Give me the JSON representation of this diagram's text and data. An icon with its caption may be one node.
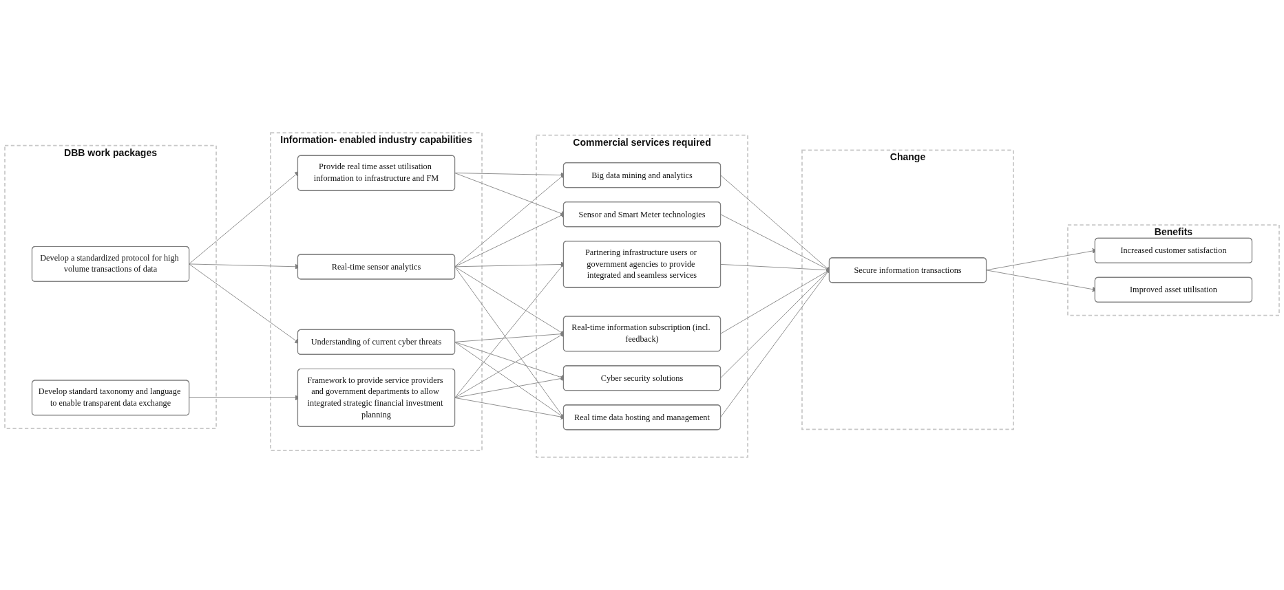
{
  "diagram": {
    "nodes": [
      {
        "text": [
          "DBB work packages"
        ]
      },
      {
        "text": [
          "Develop a standardized protocol for high volume transactions of data"
        ],
        "in": 0
      },
      {
        "text": [
          "Develop standard taxonomy and language to enable transparent data exchange"
        ],
        "in": 0
      },
      {
        "text": [
          "Information- enabled industry capabilities"
        ]
      },
      {
        "text": [
          "Understanding of current cyber threats"
        ],
        "in": 3
      },
      {
        "text": [
          "Real-time sensor analytics"
        ],
        "in": 3
      },
      {
        "text": [
          "Provide real time asset utilisation information to infrastructure and FM"
        ],
        "in": 3
      },
      {
        "text": [
          "Framework to provide service providers and government departments to allow integrated strategic financial investment planning"
        ],
        "in": 3
      },
      {
        "text": [
          "Commercial services required"
        ]
      },
      {
        "text": [
          "Real time data hosting and management"
        ],
        "in": 8
      },
      {
        "text": [
          "Real-time information subscription (incl. feedback)"
        ],
        "in": 8
      },
      {
        "text": [
          "Cyber security solutions"
        ],
        "in": 8
      },
      {
        "text": [
          "Sensor and Smart Meter technologies"
        ],
        "in": 8
      },
      {
        "text": [
          "Big data mining and analytics"
        ],
        "in": 8
      },
      {
        "text": [
          "Partnering infrastructure users or government agencies to provide integrated and seamless services"
        ],
        "in": 8
      },
      {
        "text": [
          "Change"
        ]
      },
      {
        "text": [
          "Secure information transactions"
        ],
        "in": 15
      },
      {
        "text": [
          "Benefits"
        ]
      },
      {
        "text": [
          "Improved asset utilisation"
        ],
        "in": 17
      },
      {
        "text": [
          "Increased customer satisfaction"
        ],
        "in": 17
      }
    ],
    "edges": [
      {
        "from": 1,
        "to": 4,
        "arrow": "to"
      },
      {
        "from": 1,
        "to": 5,
        "arrow": "to"
      },
      {
        "from": 1,
        "to": 6,
        "arrow": "to"
      },
      {
        "from": 2,
        "to": 7,
        "arrow": "to"
      },
      {
        "from": 4,
        "to": 9,
        "arrow": "to"
      },
      {
        "from": 4,
        "to": 10,
        "arrow": "to"
      },
      {
        "from": 4,
        "to": 11,
        "arrow": "to"
      },
      {
        "from": 5,
        "to": 9,
        "arrow": "to"
      },
      {
        "from": 5,
        "to": 10,
        "arrow": "to"
      },
      {
        "from": 5,
        "to": 12,
        "arrow": "to"
      },
      {
        "from": 5,
        "to": 13,
        "arrow": "to"
      },
      {
        "from": 5,
        "to": 14,
        "arrow": "to"
      },
      {
        "from": 6,
        "to": 12,
        "arrow": "to"
      },
      {
        "from": 6,
        "to": 13,
        "arrow": "to"
      },
      {
        "from": 7,
        "to": 9,
        "arrow": "to"
      },
      {
        "from": 7,
        "to": 10,
        "arrow": "to"
      },
      {
        "from": 7,
        "to": 11,
        "arrow": "to"
      },
      {
        "from": 7,
        "to": 14,
        "arrow": "to"
      },
      {
        "from": 9,
        "to": 16,
        "arrow": "to"
      },
      {
        "from": 10,
        "to": 16,
        "arrow": "to"
      },
      {
        "from": 11,
        "to": 16,
        "arrow": "to"
      },
      {
        "from": 12,
        "to": 16,
        "arrow": "to"
      },
      {
        "from": 13,
        "to": 16,
        "arrow": "to"
      },
      {
        "from": 14,
        "to": 16,
        "arrow": "to"
      },
      {
        "from": 16,
        "to": 18,
        "arrow": "to"
      },
      {
        "from": 16,
        "to": 19,
        "arrow": "to"
      }
    ]
  }
}
